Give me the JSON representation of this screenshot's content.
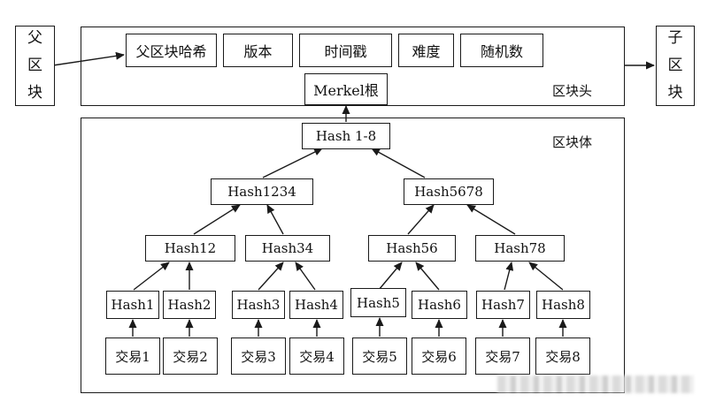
{
  "header": {
    "fields": [
      "父区块哈希",
      "版本",
      "时间戳",
      "难度",
      "随机数"
    ],
    "merkle_root": "Merkel根",
    "label": "区块头"
  },
  "body": {
    "label": "区块体",
    "root": "Hash 1-8",
    "level2": [
      "Hash1234",
      "Hash5678"
    ],
    "level3": [
      "Hash12",
      "Hash34",
      "Hash56",
      "Hash78"
    ],
    "leaf_hashes": [
      "Hash1",
      "Hash2",
      "Hash3",
      "Hash4",
      "Hash5",
      "Hash6",
      "Hash7",
      "Hash8"
    ],
    "transactions": [
      "交易1",
      "交易2",
      "交易3",
      "交易4",
      "交易5",
      "交易6",
      "交易7",
      "交易8"
    ]
  },
  "parent_block": [
    "父",
    "区",
    "块"
  ],
  "child_block": [
    "子",
    "区",
    "块"
  ]
}
